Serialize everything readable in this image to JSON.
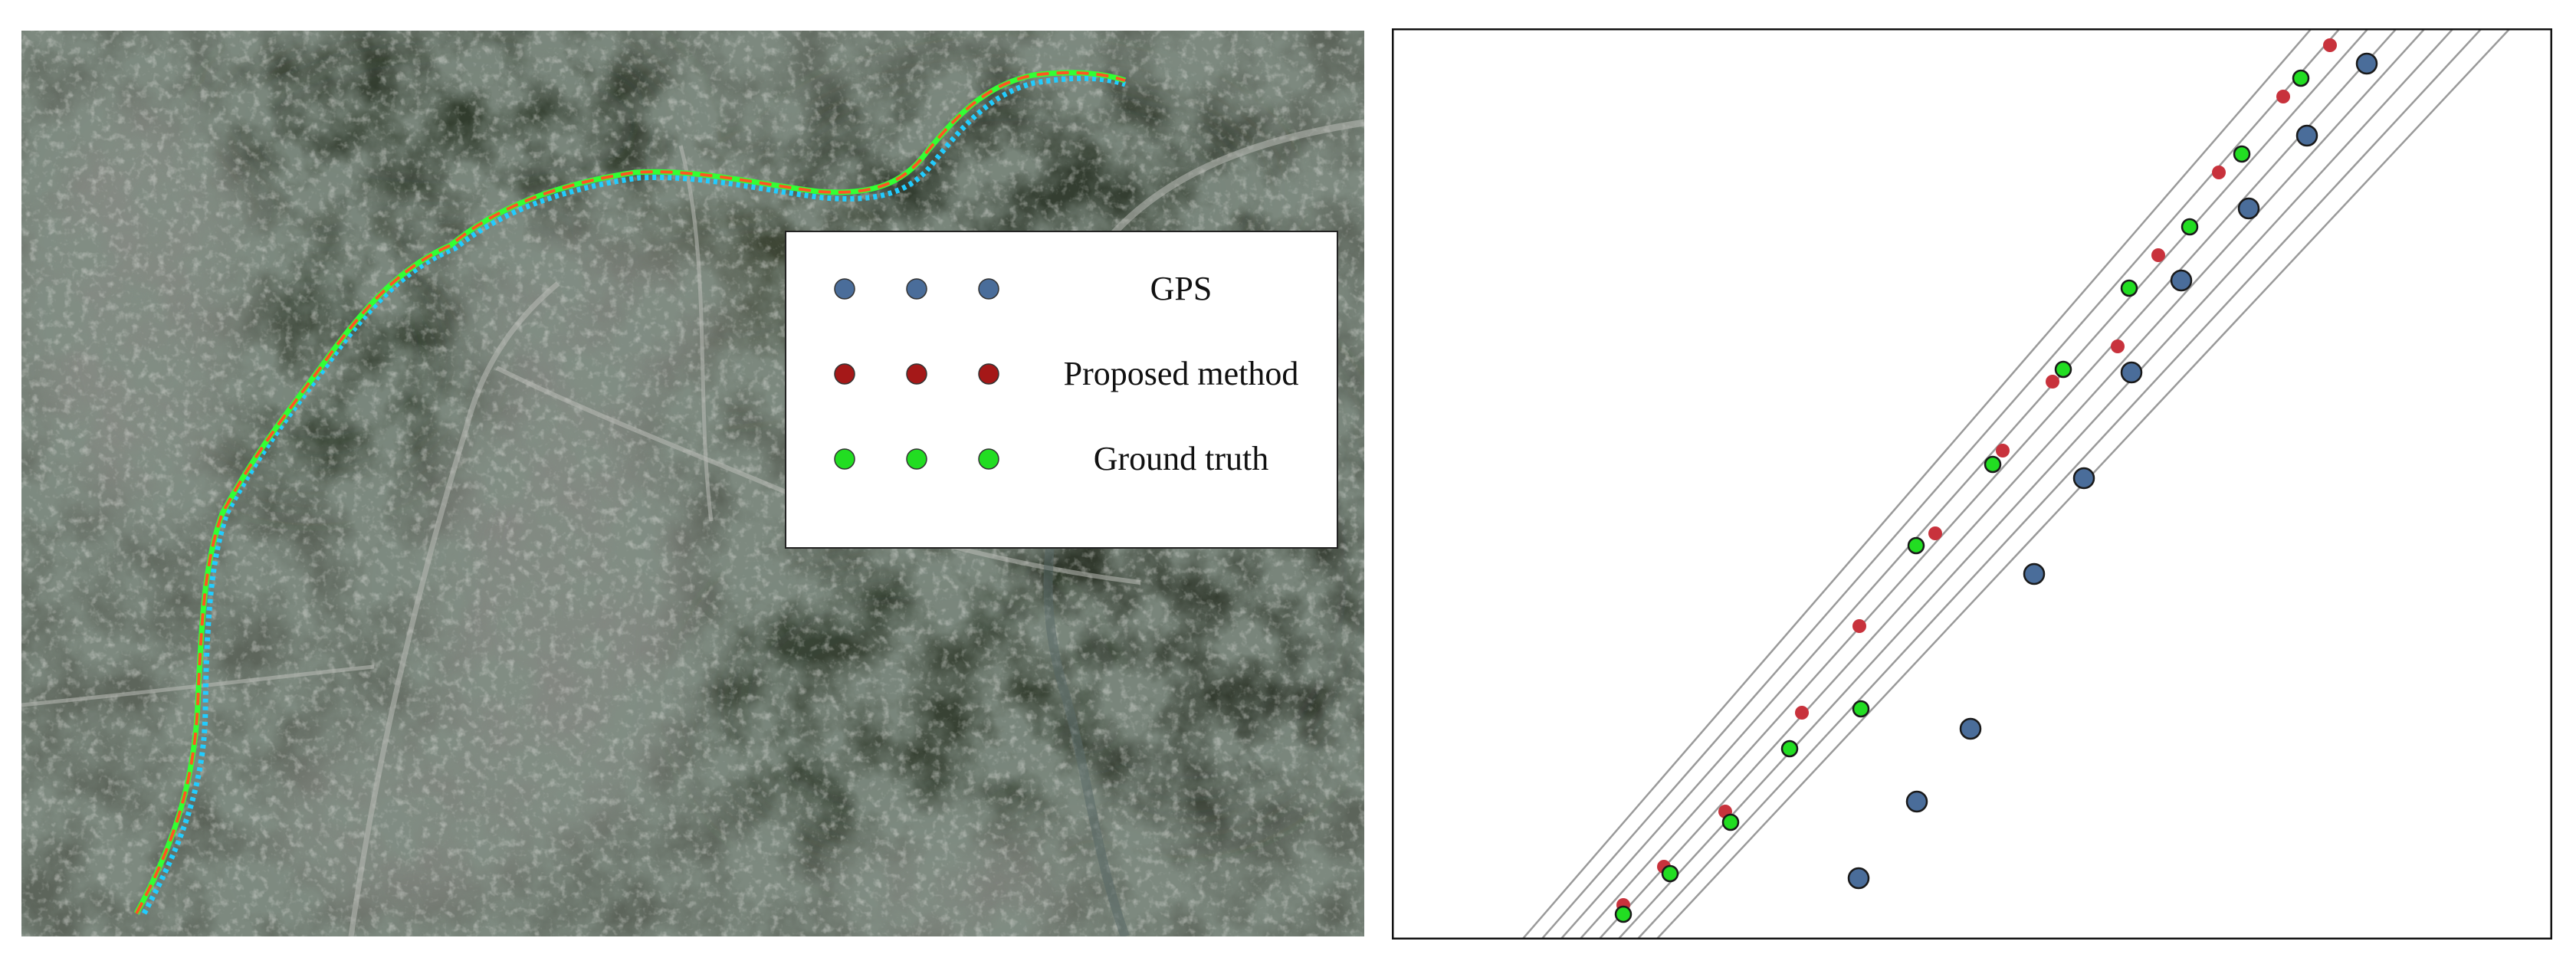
{
  "legend": {
    "entries": [
      {
        "key": "gps",
        "label": "GPS",
        "color": "#4a6d9a"
      },
      {
        "key": "proposed",
        "label": "Proposed method",
        "color": "#a51818"
      },
      {
        "key": "ground_truth",
        "label": "Ground truth",
        "color": "#22dd22"
      }
    ]
  },
  "map_tracks": {
    "ground_truth_color": "#33ff33",
    "proposed_color": "#ff5522",
    "gps_color": "#22ccff"
  },
  "lane_detail": {
    "lane_line_color": "#9a9a9a",
    "gps_marker_color": "#4a6d9a",
    "proposed_marker_color": "#c8323c",
    "ground_truth_marker_color": "#22dd22",
    "marker_outline_color": "#1a1a1a"
  }
}
